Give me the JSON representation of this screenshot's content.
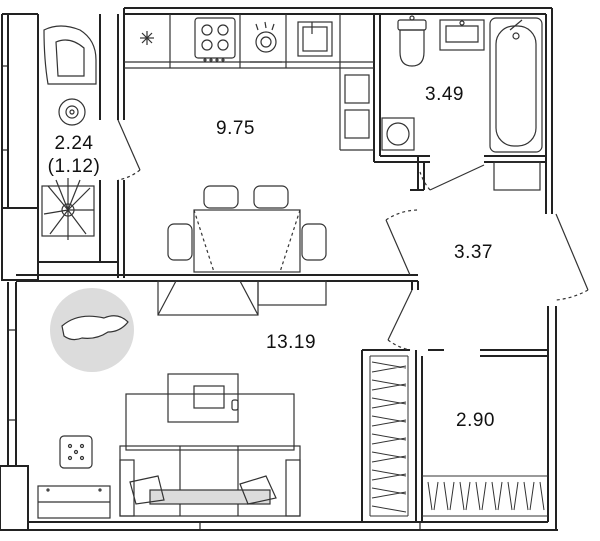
{
  "rooms": {
    "kitchen": {
      "area": "9.75"
    },
    "balcony": {
      "area": "2.24",
      "area_reduced": "(1.12)"
    },
    "bathroom": {
      "area": "3.49"
    },
    "hallway": {
      "area": "3.37"
    },
    "living_room": {
      "area": "13.19"
    },
    "wardrobe": {
      "area": "2.90"
    }
  },
  "colors": {
    "wall": "#222222",
    "line": "#333333",
    "background": "#ffffff",
    "rug": "#dcdcdc"
  }
}
